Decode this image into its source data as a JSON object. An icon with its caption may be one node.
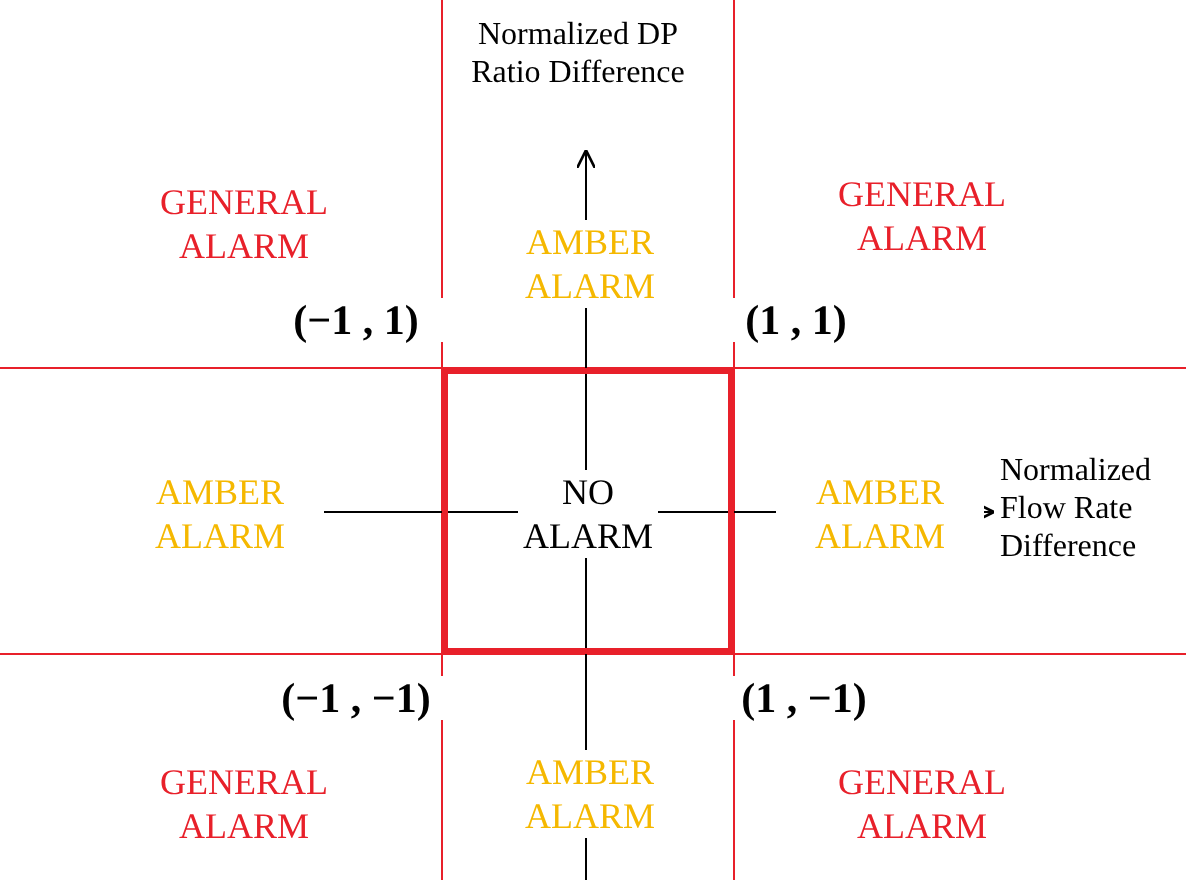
{
  "diagram": {
    "nodes": [
      {
        "text": [
          "NO ALARM"
        ]
      }
    ],
    "edges": [],
    "labels": [
      "Normalized DP Ratio Difference",
      "GENERAL ALARM",
      "AMBER ALARM",
      "GENERAL ALARM",
      "(−1 , 1)",
      "(1 , 1)",
      "AMBER ALARM",
      "AMBER ALARM",
      "Normalized Flow Rate Difference",
      "(−1 , −1)",
      "(1 , −1)",
      "GENERAL ALARM",
      "AMBER ALARM",
      "GENERAL ALARM"
    ]
  }
}
